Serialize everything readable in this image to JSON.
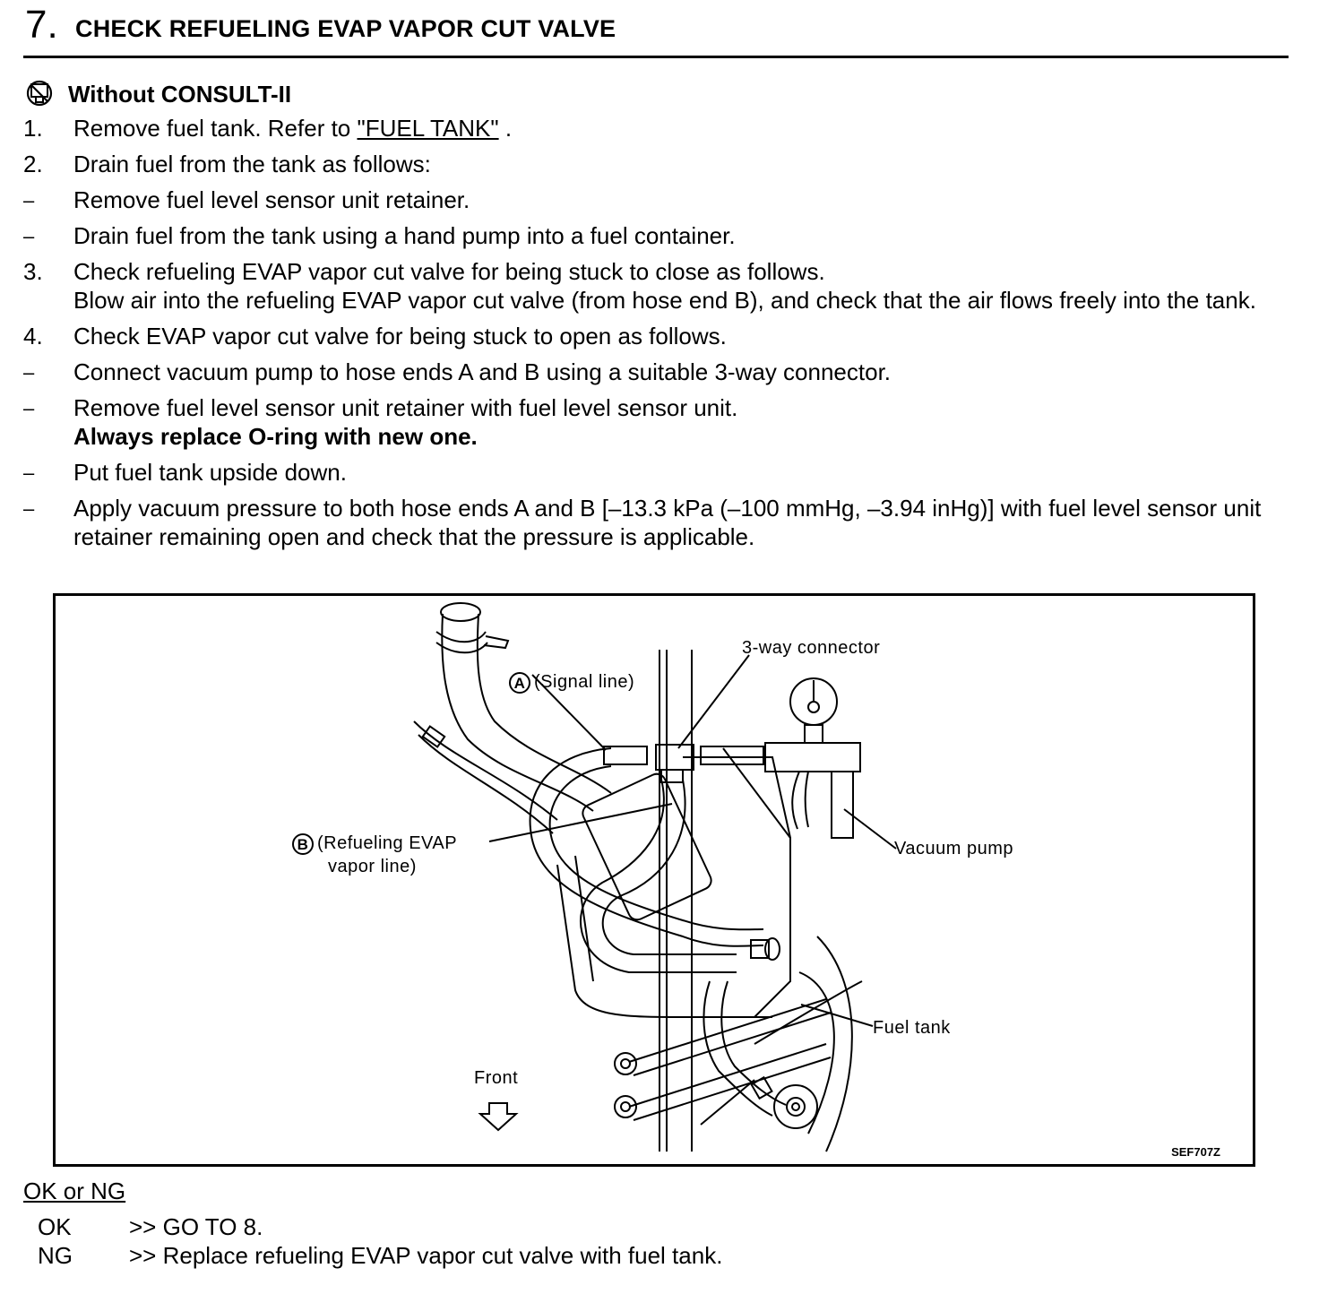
{
  "header": {
    "step_number": "7.",
    "title": "CHECK REFUELING EVAP VAPOR CUT VALVE"
  },
  "section": {
    "label": "Without CONSULT-II",
    "icon": "no-consult-icon"
  },
  "steps": [
    {
      "marker": "1.",
      "before": "Remove fuel tank. Refer to ",
      "link": "\"FUEL TANK\"",
      "after": " ."
    },
    {
      "marker": "2.",
      "text": "Drain fuel from the tank as follows:"
    },
    {
      "marker": "–",
      "text": "Remove fuel level sensor unit retainer."
    },
    {
      "marker": "–",
      "text": "Drain fuel from the tank using a hand pump into a fuel container."
    },
    {
      "marker": "3.",
      "text": "Check refueling EVAP vapor cut valve for being stuck to close as follows.",
      "text2": "Blow air into the refueling EVAP vapor cut valve (from hose end B), and check that the air flows freely into the tank."
    },
    {
      "marker": "4.",
      "text": "Check EVAP vapor cut valve for being stuck to open as follows."
    },
    {
      "marker": "–",
      "text": "Connect vacuum pump to hose ends A and B using a suitable 3-way connector."
    },
    {
      "marker": "–",
      "text": "Remove fuel level sensor unit retainer with fuel level sensor unit.",
      "bold": "Always replace O-ring with new one."
    },
    {
      "marker": "–",
      "text": "Put fuel tank upside down."
    },
    {
      "marker": "–",
      "text": "Apply vacuum pressure to both hose ends A and B [–13.3 kPa (–100 mmHg, –3.94 inHg)] with fuel level sensor unit retainer remaining open and check that the pressure is applicable."
    }
  ],
  "figure": {
    "label_a_letter": "A",
    "label_a": "(Signal line)",
    "label_connector": "3-way connector",
    "label_b_letter": "B",
    "label_b_line1": "(Refueling EVAP",
    "label_b_line2": "vapor line)",
    "label_pump": "Vacuum pump",
    "label_tank": "Fuel tank",
    "label_front": "Front",
    "code": "SEF707Z"
  },
  "result": {
    "header": "OK or NG",
    "ok_key": "OK",
    "ok_value": ">> GO TO 8.",
    "ng_key": "NG",
    "ng_value": ">> Replace refueling EVAP vapor cut valve with fuel tank."
  }
}
